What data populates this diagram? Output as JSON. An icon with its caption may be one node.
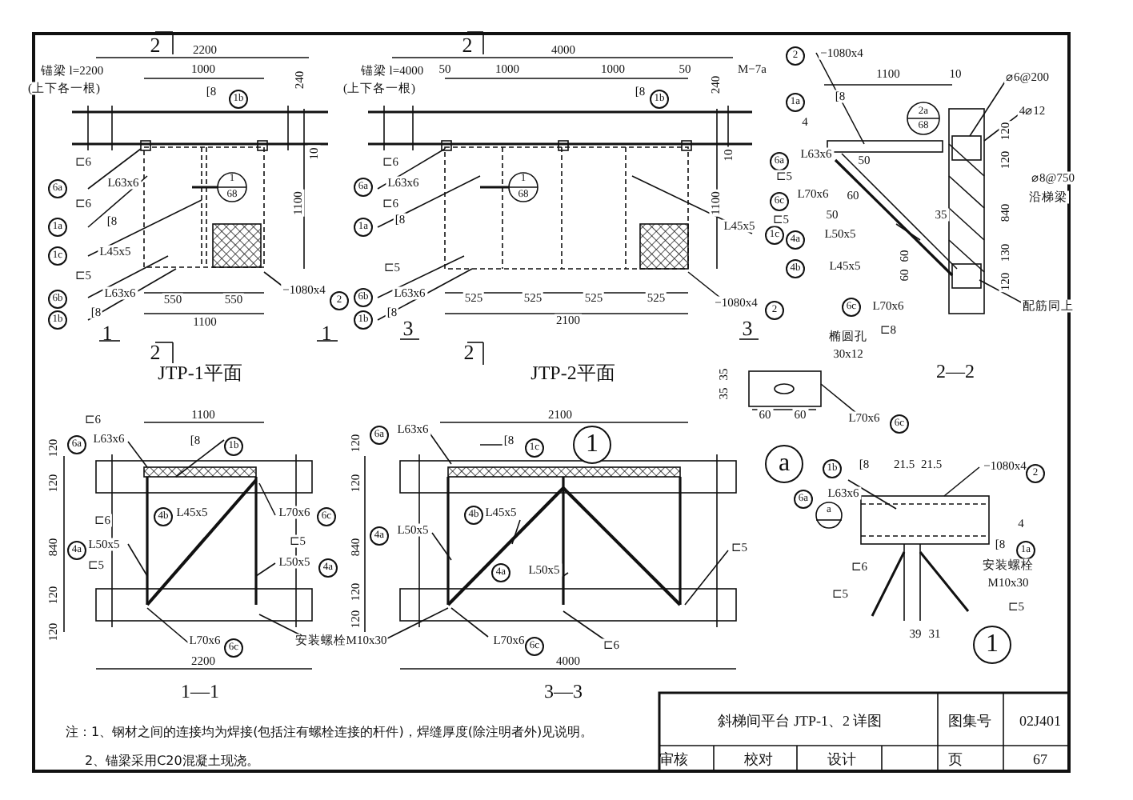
{
  "diagram": {
    "labels": [
      "2",
      "2200",
      "锚梁 l=2200",
      "(上下各一根)",
      "1000",
      "[8",
      "1b",
      "240",
      "10",
      "⊏6",
      "6a",
      "L63x6",
      "⊏6",
      "1a",
      "[8",
      "1",
      "68",
      "1100",
      "1c",
      "L45x5",
      "⊏5",
      "6b",
      "L63x6",
      "1b",
      "[8",
      "550",
      "550",
      "−1080x4",
      "2",
      "1100",
      "1",
      "1",
      "2",
      "JTP-1平面",
      "2",
      "4000",
      "锚梁 l=4000",
      "(上下各一根)",
      "50",
      "1000",
      "1000",
      "50",
      "M−7a",
      "240",
      "[8",
      "1b",
      "10",
      "⊏6",
      "6a",
      "L63x6",
      "⊏6",
      "1a",
      "[8",
      "1",
      "68",
      "1100",
      "L45x5",
      "1c",
      "⊏5",
      "6b",
      "L63x6",
      "1b",
      "[8",
      "525",
      "525",
      "525",
      "525",
      "−1080x4",
      "2",
      "2100",
      "3",
      "3",
      "2",
      "JTP-2平面",
      "2",
      "−1080x4",
      "1100",
      "10",
      "⌀6@200",
      "1a",
      "[8",
      "4",
      "2a",
      "68",
      "4⌀12",
      "120",
      "120",
      "6a",
      "L63x6",
      "⊏5",
      "50",
      "6c",
      "L70x6",
      "60",
      "50",
      "⌀8@750",
      "沿梯梁",
      "840",
      "⊏5",
      "4a",
      "L50x5",
      "35",
      "4b",
      "L45x5",
      "60",
      "60",
      "130",
      "120",
      "6c",
      "L70x6",
      "配筋同上",
      "⊏8",
      "椭圆孔",
      "30x12",
      "35",
      "35",
      "2—2",
      "60",
      "60",
      "L70x6",
      "6c",
      "a",
      "1b",
      "[8",
      "21.5",
      "21.5",
      "−1080x4",
      "2",
      "6a",
      "L63x6",
      "a",
      "4",
      "[8",
      "1a",
      "⊏6",
      "安装螺栓",
      "M10x30",
      "⊏5",
      "⊏5",
      "39",
      "31",
      "1",
      "⊏6",
      "1100",
      "6a",
      "L63x6",
      "[8",
      "1b",
      "120",
      "120",
      "⊏6",
      "4b",
      "L45x5",
      "L70x6",
      "6c",
      "840",
      "⊏5",
      "4a",
      "L50x5",
      "⊏5",
      "L50x5",
      "4a",
      "120",
      "120",
      "安装螺栓M10x30",
      "L70x6",
      "6c",
      "2200",
      "1—1",
      "120",
      "6a",
      "L63x6",
      "2100",
      "[8",
      "1c",
      "1",
      "120",
      "4b",
      "L45x5",
      "4a",
      "L50x5",
      "840",
      "⊏5",
      "4a",
      "L50x5",
      "120",
      "120",
      "L70x6",
      "6c",
      "⊏6",
      "4000",
      "3—3",
      "注：1、钢材之间的连接均为焊接(包括注有螺栓连接的杆件)，焊缝厚度(除注明者外)见说明。",
      "2、锚梁采用C20混凝土现浇。",
      "斜梯间平台 JTP-1、2 详图",
      "图集号",
      "02J401",
      "审核",
      "校对",
      "设计",
      "页",
      "67"
    ]
  }
}
